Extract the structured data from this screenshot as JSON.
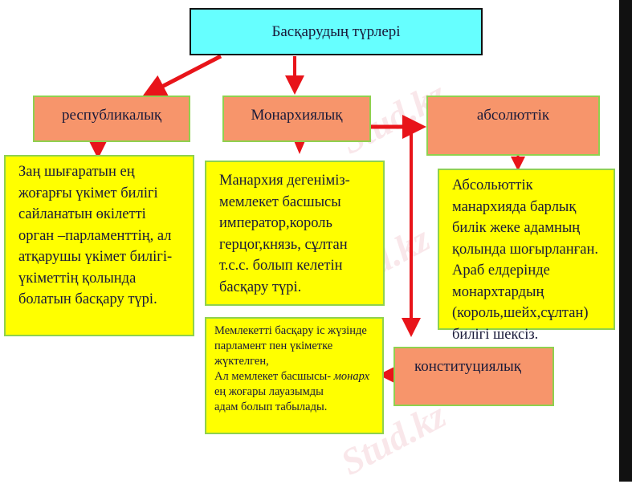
{
  "title": "Басқарудың түрлері",
  "categories": {
    "republic": "республикалық",
    "monarchy": "Монархиялық",
    "absolute": "абсолюттік",
    "constitutional": "конституциялық"
  },
  "descriptions": {
    "republic": "Заң шығаратын ең жоғарғы үкімет билігі сайланатын өкілетті орган –парламенттің, ал атқарушы үкімет билігі- үкіметтің қолында болатын басқару түрі.",
    "monarchy": "Манархия дегеніміз- мемлекет басшысы император,король герцог,князь, сұлтан т.с.с. болып келетін басқару түрі.",
    "absolute": "Абсольюттік манархияда барлық билік жеке адамның қолында шоғырланған. Араб елдерінде монархтардың (король,шейх,сұлтан) билігі шексіз.",
    "constitutional_lines": [
      "Мемлекетті басқару іс жүзінде",
      "парламент пен үкіметке",
      "жүктелген,",
      "Ал мемлекет басшысы- ",
      "ең жоғары лауазымды",
      "адам болып табылады."
    ],
    "constitutional_italic": "монарх"
  },
  "watermark": "Stud.kz",
  "colors": {
    "title_bg": "#66ffff",
    "category_bg": "#f7956b",
    "description_bg": "#ffff00",
    "arrow": "#e8141a",
    "border": "#8fd14f"
  }
}
